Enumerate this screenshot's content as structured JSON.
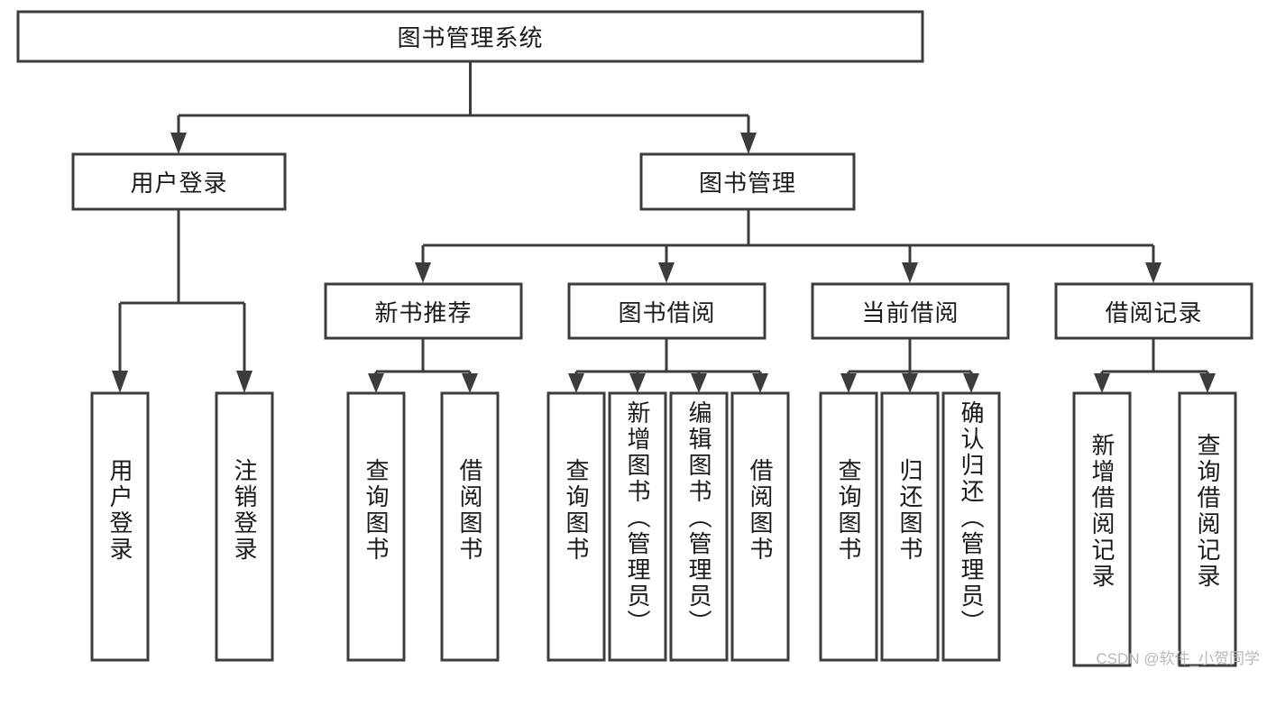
{
  "diagram": {
    "type": "tree-hierarchy",
    "title": "图书管理系统",
    "watermark": "CSDN @软件_小贺同学",
    "colors": {
      "box_stroke": "#3c3c3c",
      "box_fill": "#ffffff",
      "text": "#1a1a1a",
      "connector": "#3c3c3c",
      "watermark": "#b9b9b9",
      "background": "#ffffff"
    },
    "root": {
      "id": "root",
      "label": "图书管理系统",
      "orientation": "horizontal"
    },
    "level2": [
      {
        "id": "user-login",
        "label": "用户登录",
        "orientation": "horizontal"
      },
      {
        "id": "book-management",
        "label": "图书管理",
        "orientation": "horizontal"
      }
    ],
    "level3": [
      {
        "id": "new-book-recommend",
        "label": "新书推荐",
        "orientation": "horizontal"
      },
      {
        "id": "book-borrow",
        "label": "图书借阅",
        "orientation": "horizontal"
      },
      {
        "id": "current-borrow",
        "label": "当前借阅",
        "orientation": "horizontal"
      },
      {
        "id": "borrow-record",
        "label": "借阅记录",
        "orientation": "horizontal"
      }
    ],
    "leaves": [
      {
        "id": "leaf-user-login",
        "parent": "user-login",
        "label": "用户登录",
        "orientation": "vertical"
      },
      {
        "id": "leaf-logout-login",
        "parent": "user-login",
        "label": "注销登录",
        "orientation": "vertical"
      },
      {
        "id": "leaf-query-books-rec",
        "parent": "new-book-recommend",
        "label": "查询图书",
        "orientation": "vertical"
      },
      {
        "id": "leaf-borrow-books-rec",
        "parent": "new-book-recommend",
        "label": "借阅图书",
        "orientation": "vertical"
      },
      {
        "id": "leaf-query-books-borrow",
        "parent": "book-borrow",
        "label": "查询图书",
        "orientation": "vertical"
      },
      {
        "id": "leaf-add-book-admin",
        "parent": "book-borrow",
        "label": "新增图书（管理员）",
        "orientation": "vertical"
      },
      {
        "id": "leaf-edit-book-admin",
        "parent": "book-borrow",
        "label": "编辑图书（管理员）",
        "orientation": "vertical"
      },
      {
        "id": "leaf-borrow-book",
        "parent": "book-borrow",
        "label": "借阅图书",
        "orientation": "vertical"
      },
      {
        "id": "leaf-query-books-current",
        "parent": "current-borrow",
        "label": "查询图书",
        "orientation": "vertical"
      },
      {
        "id": "leaf-return-book",
        "parent": "current-borrow",
        "label": "归还图书",
        "orientation": "vertical"
      },
      {
        "id": "leaf-confirm-return-admin",
        "parent": "current-borrow",
        "label": "确认归还（管理员）",
        "orientation": "vertical"
      },
      {
        "id": "leaf-add-borrow-record",
        "parent": "borrow-record",
        "label": "新增借阅记录",
        "orientation": "vertical"
      },
      {
        "id": "leaf-query-borrow-record",
        "parent": "borrow-record",
        "label": "查询借阅记录",
        "orientation": "vertical"
      }
    ]
  }
}
